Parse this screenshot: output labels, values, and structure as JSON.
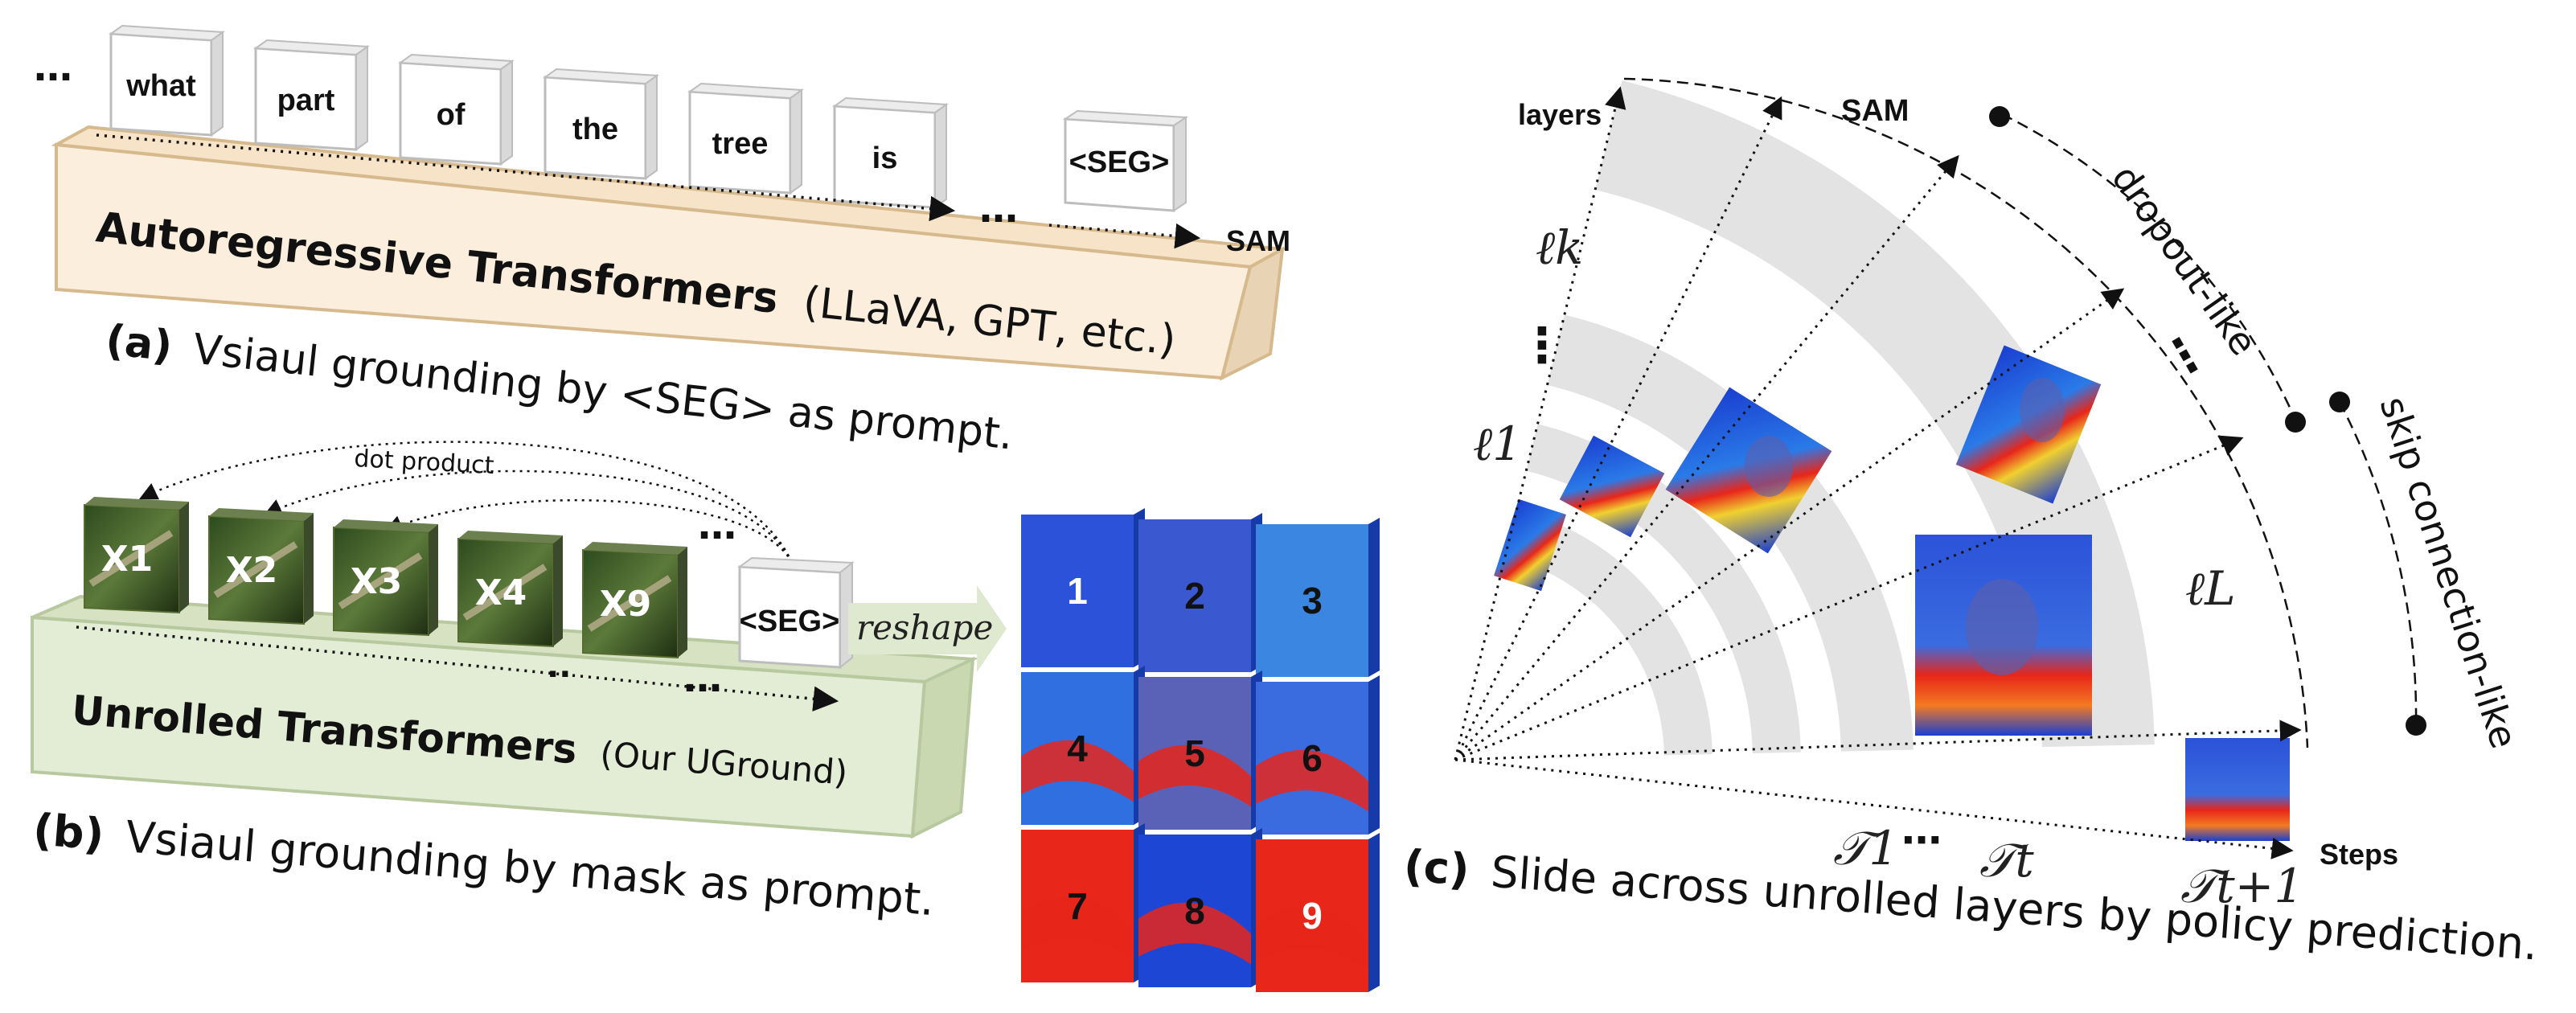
{
  "panel_a": {
    "ellipsis_left": "…",
    "tokens": [
      "what",
      "part",
      "of",
      "the",
      "tree",
      "is"
    ],
    "seg_token": "<SEG>",
    "ellipsis_mid": "…",
    "block_title": "Autoregressive Transformers",
    "block_subtitle": "(LLaVA, GPT, etc.)",
    "sam_label": "SAM",
    "caption_bold": "(a)",
    "caption_text": "Vsiaul grounding by <SEG> as prompt."
  },
  "panel_b": {
    "dot_product_label": "dot product",
    "patches": [
      "X1",
      "X2",
      "X3",
      "X4",
      "X9"
    ],
    "ellipsis_top": "…",
    "ellipsis_between": "..",
    "ellipsis_bottom": "…",
    "seg_token": "<SEG>",
    "block_title": "Unrolled Transformers",
    "block_subtitle": "(Our UGround)",
    "caption_bold": "(b)",
    "caption_text": "Vsiaul grounding by mask as prompt."
  },
  "reshape": {
    "arrow_label": "reshape",
    "cell_numbers": [
      "1",
      "2",
      "3",
      "4",
      "5",
      "6",
      "7",
      "8",
      "9"
    ]
  },
  "panel_c": {
    "layers_label": "layers",
    "sam_label": "SAM",
    "dropout_label": "dropout-like",
    "skip_label": "skip connection-like",
    "ell_k": "ℓk",
    "ell_1": "ℓ1",
    "ell_L": "ℓL",
    "dots_left": "⋮",
    "dots_right": "⋮",
    "t1": "𝒯1",
    "t_dots": "⋯",
    "tt": "𝒯t",
    "tt1": "𝒯t+1",
    "steps_label": "Steps",
    "caption_bold": "(c)",
    "caption_text": "Slide across unrolled layers by policy prediction."
  },
  "colors": {
    "block_a_fill": "#fbeedd",
    "block_a_stroke": "#d6b98c",
    "block_b_fill": "#e3ecd4",
    "block_b_stroke": "#b8c9a0",
    "arc_band": "#e3e3e3",
    "heat_blue": "#1a3fd0",
    "heat_red": "#e8261a"
  }
}
